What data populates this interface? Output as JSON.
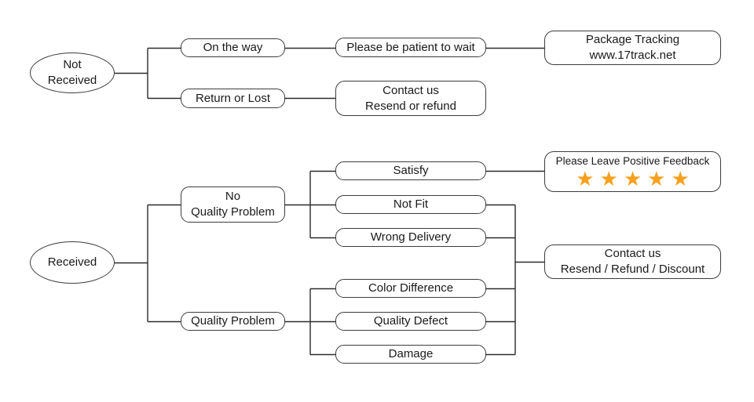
{
  "colors": {
    "background": "#ffffff",
    "text_color": "#1a1a1a",
    "box_border": "#3c3c3c",
    "line_color": "#2b2b2b",
    "star_color": "#f7a01e"
  },
  "nodes": {
    "not_received": {
      "label": "Not\nReceived"
    },
    "on_the_way": {
      "label": "On the way"
    },
    "please_be_patient": {
      "label": "Please be patient to wait"
    },
    "package_tracking": {
      "label": "Package Tracking\nwww.17track.net"
    },
    "return_or_lost": {
      "label": "Return or Lost"
    },
    "contact_resend_refund": {
      "label": "Contact us\nResend or refund"
    },
    "received": {
      "label": "Received"
    },
    "no_quality_problem": {
      "label": "No\nQuality Problem"
    },
    "quality_problem": {
      "label": "Quality Problem"
    },
    "satisfy": {
      "label": "Satisfy"
    },
    "not_fit": {
      "label": "Not Fit"
    },
    "wrong_delivery": {
      "label": "Wrong Delivery"
    },
    "color_difference": {
      "label": "Color Difference"
    },
    "quality_defect": {
      "label": "Quality Defect"
    },
    "damage": {
      "label": "Damage"
    },
    "positive_feedback": {
      "label": "Please Leave Positive Feedback",
      "star_glyph": "★",
      "star_count": 5
    },
    "contact_resend_refund_discount": {
      "label": "Contact us\nResend / Refund / Discount"
    }
  }
}
